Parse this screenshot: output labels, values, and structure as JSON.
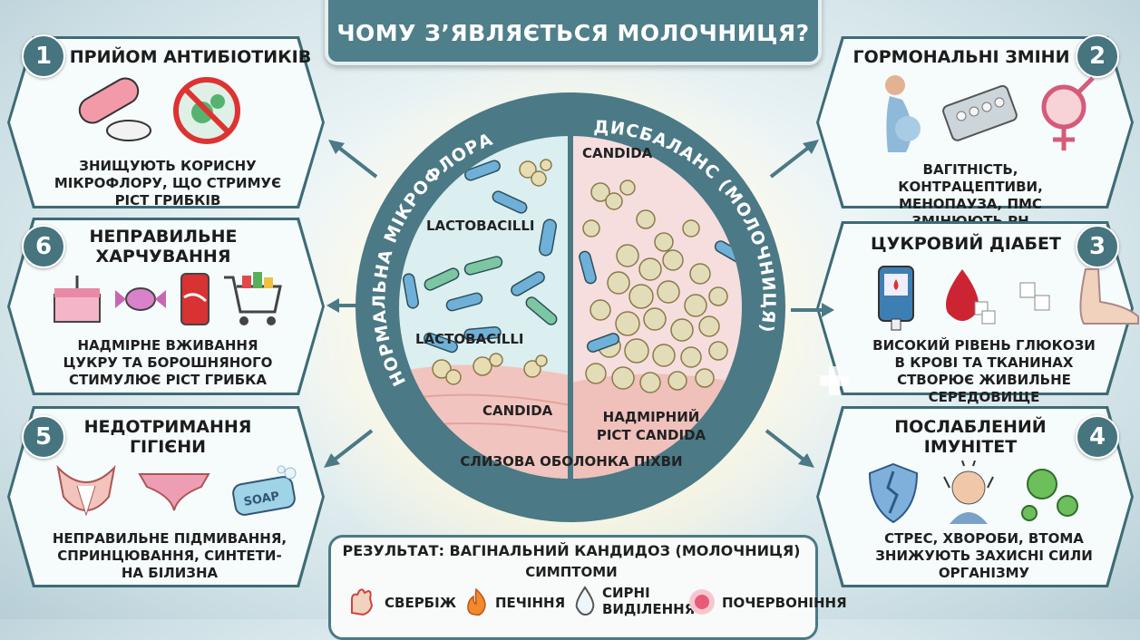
{
  "title": "ЧОМУ З’ЯВЛЯЄТЬСЯ МОЛОЧНИЦЯ?",
  "cards": [
    {
      "number": "1",
      "title": "ПРИЙОМ АНТИБІОТИКІВ",
      "text": "ЗНИЩУЮТЬ КОРИСНУ МІКРОФЛОРУ, ЩО СТРИМУЄ РІСТ ГРИБКІВ"
    },
    {
      "number": "2",
      "title": "ГОРМОНАЛЬНІ ЗМІНИ",
      "text": "ВАГІТНІСТЬ, КОНТРАЦЕПТИВИ, МЕНОПАУЗА, ПМС ЗМІНЮЮТЬ PH"
    },
    {
      "number": "3",
      "title": "ЦУКРОВИЙ ДІАБЕТ",
      "text": "ВИСОКИЙ РІВЕНЬ ГЛЮКОЗИ В КРОВІ ТА ТКАНИНАХ СТВОРЮЄ ЖИВИЛЬНЕ СЕРЕДОВИЩЕ"
    },
    {
      "number": "4",
      "title": "ПОСЛАБЛЕНИЙ ІМУНІТЕТ",
      "text": "СТРЕС, ХВОРОБИ, ВТОМА ЗНИЖУЮТЬ ЗАХИСНІ СИЛИ ОРГАНІЗМУ"
    },
    {
      "number": "5",
      "title": "НЕДОТРИМАННЯ ГІГІЄНИ",
      "text": "НЕПРАВИЛЬНЕ ПІДМИВАННЯ, СПРИНЦЮВАННЯ, СИНТЕТИ- НА БІЛИЗНА"
    },
    {
      "number": "6",
      "title": "НЕПРАВИЛЬНЕ ХАРЧУВАННЯ",
      "text": "НАДМІРНЕ ВЖИВАННЯ ЦУКРУ ТА БОРОШНЯНОГО СТИМУЛЮЄ РІСТ ГРИБКА"
    }
  ],
  "center": {
    "left_label": "НОРМАЛЬНА МІКРОФЛОРА",
    "right_label": "ДИСБАЛАНС (МОЛОЧНИЦЯ)",
    "lactobacilli_1": "LACTOBACILLI",
    "lactobacilli_2": "LACTOBACILLI",
    "candida_left": "CANDIDA",
    "candida_right": "CANDIDA",
    "overgrowth": "НАДМІРНИЙ РІСТ CANDIDA",
    "mucosa": "СЛИЗОВА ОБОЛОНКА ПІХВИ",
    "soap": "SOAP"
  },
  "result": {
    "title": "РЕЗУЛЬТАТ: ВАГІНАЛЬНИЙ КАНДИДОЗ (МОЛОЧНИЦЯ)",
    "subtitle": "СИМПТОМИ",
    "symptoms": [
      "СВЕРБІЖ",
      "ПЕЧІННЯ",
      "СИРНІ ВИДІЛЕННЯ",
      "ПОЧЕРВОНІННЯ"
    ]
  },
  "icon_names": [
    "pills-icon",
    "no-bacteria-icon",
    "pregnant-woman-icon",
    "contraceptive-pills-icon",
    "gender-symbol-icon",
    "glucometer-icon",
    "blood-drop-icon",
    "sugar-cubes-icon",
    "foot-icon",
    "cracked-shield-icon",
    "stressed-person-icon",
    "virus-icon",
    "underwear-icon",
    "panties-icon",
    "soap-icon",
    "cake-icon",
    "candy-icon",
    "soda-can-icon",
    "shopping-cart-icon",
    "itch-icon",
    "fire-icon",
    "drop-icon",
    "redness-icon"
  ]
}
